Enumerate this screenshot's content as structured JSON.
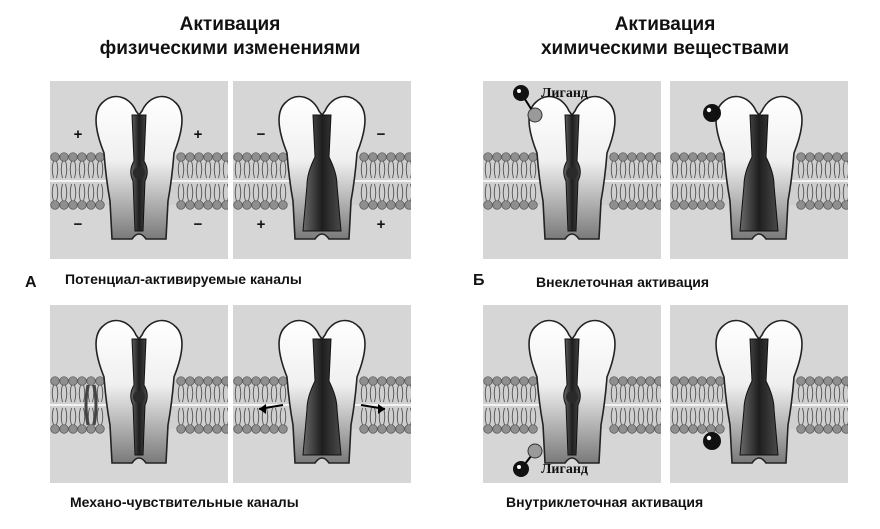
{
  "left": {
    "title_line1": "Активация",
    "title_line2": "физическими изменениями",
    "letter": "А",
    "caption_top": "Потенциал-активируемые каналы",
    "caption_bottom": "Механо-чувствительные каналы",
    "charge_plus": "+",
    "charge_minus": "−"
  },
  "right": {
    "title_line1": "Активация",
    "title_line2": "химическими веществами",
    "letter": "Б",
    "caption_top": "Внеклеточная активация",
    "caption_bottom": "Внутриклеточная активация",
    "ligand_label_top": "Лиганд",
    "ligand_label_bottom": "Лиганд"
  },
  "colors": {
    "panel_bg": "#d6d6d6",
    "channel_dark": "#3a3a3a",
    "lipid": "#8f8f8f"
  }
}
